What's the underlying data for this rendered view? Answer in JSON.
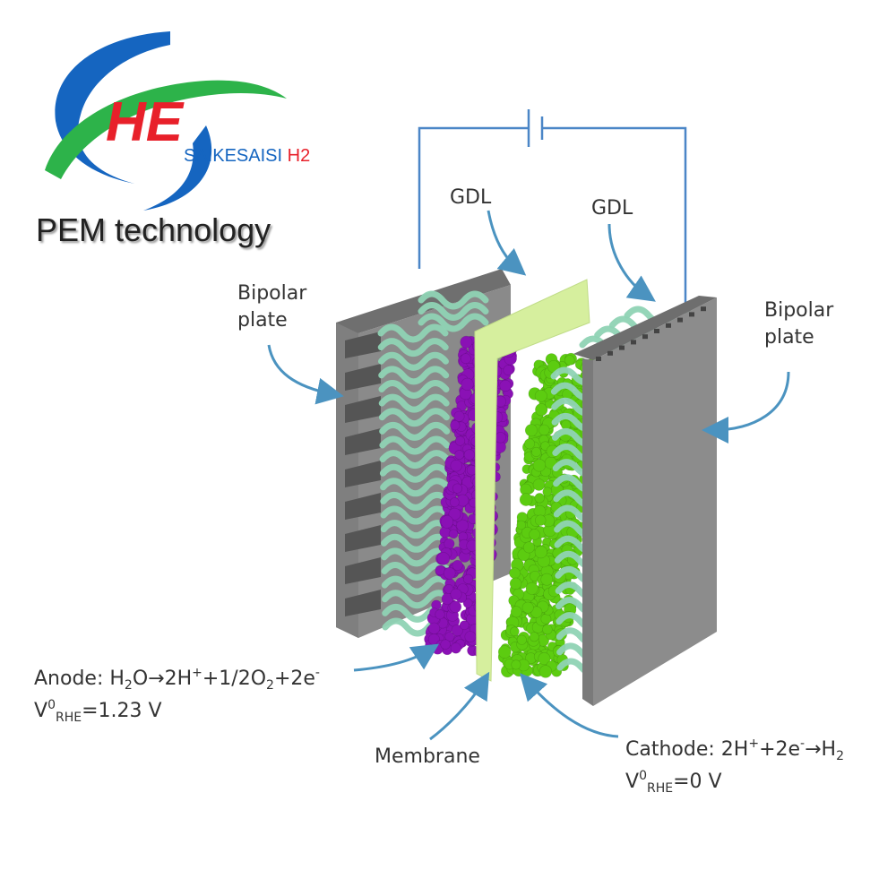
{
  "logo": {
    "mark": "HE",
    "tagline_main": "SAIKESAISI",
    "tagline_accent": "H2",
    "subtitle": "PEM technology",
    "colors": {
      "red": "#e8202a",
      "blue": "#1565c0",
      "green": "#2db34a"
    }
  },
  "diagram": {
    "labels": {
      "bipolar_left": [
        "Bipolar",
        "plate"
      ],
      "bipolar_right": [
        "Bipolar",
        "plate"
      ],
      "gdl_left": "GDL",
      "gdl_right": "GDL",
      "membrane": "Membrane"
    },
    "anode": {
      "prefix": "Anode: H",
      "sub1": "2",
      "mid1": "O→2H",
      "sup1": "+",
      "mid2": "+1/2O",
      "sub2": "2",
      "mid3": "+2e",
      "sup2": "-",
      "potential_v": "V",
      "potential_sup": "0",
      "potential_sub": "RHE",
      "potential_value": "=1.23 V"
    },
    "cathode": {
      "prefix": "Cathode: 2H",
      "sup1": "+",
      "mid1": "+2e",
      "sup2": "-",
      "mid2": "→H",
      "sub1": "2",
      "potential_v": "V",
      "potential_sup": "0",
      "potential_sub": "RHE",
      "potential_value": "=0 V"
    },
    "colors": {
      "plate": "#7b7b7b",
      "plate_right": "#8a8a8a",
      "gdl": "#8fd3b4",
      "anode_catalyst": "#8a11b5",
      "cathode_catalyst": "#5ccc10",
      "membrane": "#d6ef9e",
      "arrow": "#4b93c0",
      "wire": "#4b86c7"
    }
  }
}
